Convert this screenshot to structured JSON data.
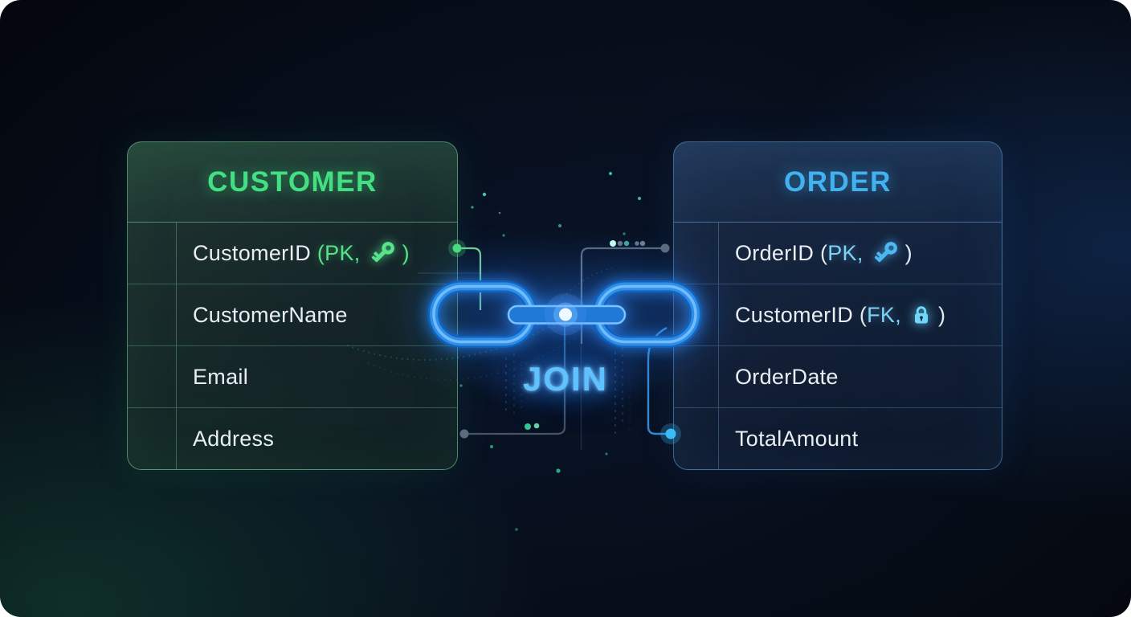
{
  "diagram": {
    "join": {
      "label": "JOIN"
    },
    "tables": {
      "customer": {
        "title": "CUSTOMER",
        "rows": [
          {
            "label": "CustomerID",
            "key_open": "(",
            "key_type": "PK,",
            "key_close": ")",
            "icon": "key-icon"
          },
          {
            "label": "CustomerName"
          },
          {
            "label": "Email"
          },
          {
            "label": "Address"
          }
        ]
      },
      "order": {
        "title": "ORDER",
        "rows": [
          {
            "label": "OrderID",
            "key_open": "(",
            "key_type": "PK,",
            "key_close": ")",
            "icon": "key-icon"
          },
          {
            "label": "CustomerID",
            "key_open": "(",
            "key_type": "FK,",
            "key_close": ")",
            "icon": "lock-icon"
          },
          {
            "label": "OrderDate"
          },
          {
            "label": "TotalAmount"
          }
        ]
      }
    },
    "colors": {
      "background": "#05080f",
      "customer_accent": "#42e083",
      "customer_key_green": "#57e389",
      "order_accent": "#41b1ef",
      "order_key_blue": "#7cd2f7",
      "chain_blue": "#2e8fe8",
      "join_text": "#5ec2ff",
      "row_text": "#e9eef4"
    },
    "icons": [
      "key-icon",
      "lock-icon",
      "chain-link-icon"
    ]
  }
}
